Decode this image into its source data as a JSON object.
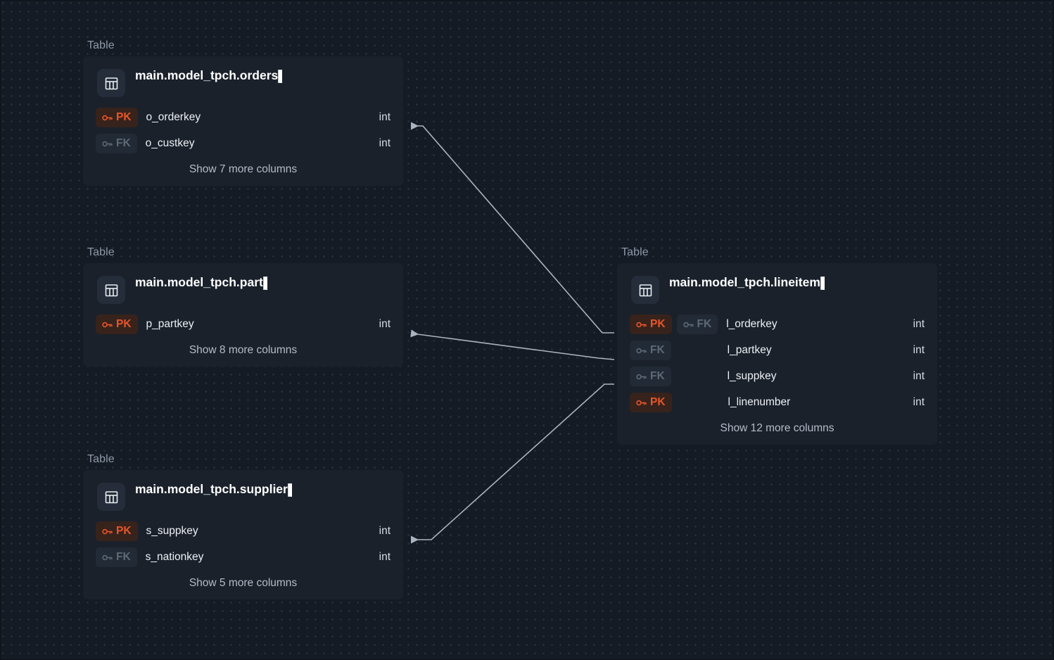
{
  "canvas": {
    "background_color": "#151b24",
    "dot_color": "#2b3542",
    "card_color": "#1a212b"
  },
  "colors": {
    "pk_accent": "#e8552a",
    "fk_muted": "#5d6977",
    "edge": "#aab4c0",
    "title": "#ffffff",
    "kind_label": "#8e99a8",
    "show_more": "#b3bcc8",
    "type_text": "#d4dae2"
  },
  "nodes": [
    {
      "id": "orders",
      "kind_label": "Table",
      "title": "main.model_tpch.orders",
      "icon": "table-grid-icon",
      "redacted_field": true,
      "columns": [
        {
          "badges": [
            {
              "kind": "PK",
              "icon": "key-icon"
            }
          ],
          "name": "o_orderkey",
          "type": "int"
        },
        {
          "badges": [
            {
              "kind": "FK",
              "icon": "key-icon"
            }
          ],
          "name": "o_custkey",
          "type": "int"
        }
      ],
      "show_more_label": "Show 7 more columns",
      "hidden_column_count": 7
    },
    {
      "id": "part",
      "kind_label": "Table",
      "title": "main.model_tpch.part",
      "icon": "table-grid-icon",
      "redacted_field": true,
      "columns": [
        {
          "badges": [
            {
              "kind": "PK",
              "icon": "key-icon"
            }
          ],
          "name": "p_partkey",
          "type": "int"
        }
      ],
      "show_more_label": "Show 8 more columns",
      "hidden_column_count": 8
    },
    {
      "id": "supplier",
      "kind_label": "Table",
      "title": "main.model_tpch.supplier",
      "icon": "table-grid-icon",
      "redacted_field": true,
      "columns": [
        {
          "badges": [
            {
              "kind": "PK",
              "icon": "key-icon"
            }
          ],
          "name": "s_suppkey",
          "type": "int"
        },
        {
          "badges": [
            {
              "kind": "FK",
              "icon": "key-icon"
            }
          ],
          "name": "s_nationkey",
          "type": "int"
        }
      ],
      "show_more_label": "Show 5 more columns",
      "hidden_column_count": 5
    },
    {
      "id": "lineitem",
      "kind_label": "Table",
      "title": "main.model_tpch.lineitem",
      "icon": "table-grid-icon",
      "redacted_field": true,
      "columns": [
        {
          "badges": [
            {
              "kind": "PK",
              "icon": "key-icon"
            },
            {
              "kind": "FK",
              "icon": "key-icon"
            }
          ],
          "name": "l_orderkey",
          "type": "int"
        },
        {
          "badges": [
            {
              "kind": "FK",
              "icon": "key-icon"
            }
          ],
          "name": "l_partkey",
          "type": "int"
        },
        {
          "badges": [
            {
              "kind": "FK",
              "icon": "key-icon"
            }
          ],
          "name": "l_suppkey",
          "type": "int"
        },
        {
          "badges": [
            {
              "kind": "PK",
              "icon": "key-icon"
            }
          ],
          "name": "l_linenumber",
          "type": "int"
        }
      ],
      "show_more_label": "Show 12 more columns",
      "hidden_column_count": 12
    }
  ],
  "edges": [
    {
      "id": "lineitem-orderkey-to-orders-orderkey",
      "from": "lineitem.l_orderkey",
      "to": "orders.o_orderkey",
      "arrow_at": "to"
    },
    {
      "id": "lineitem-partkey-to-part-partkey",
      "from": "lineitem.l_partkey",
      "to": "part.p_partkey",
      "arrow_at": "to"
    },
    {
      "id": "lineitem-suppkey-to-supplier-suppkey",
      "from": "lineitem.l_suppkey",
      "to": "supplier.s_suppkey",
      "arrow_at": "to"
    }
  ]
}
